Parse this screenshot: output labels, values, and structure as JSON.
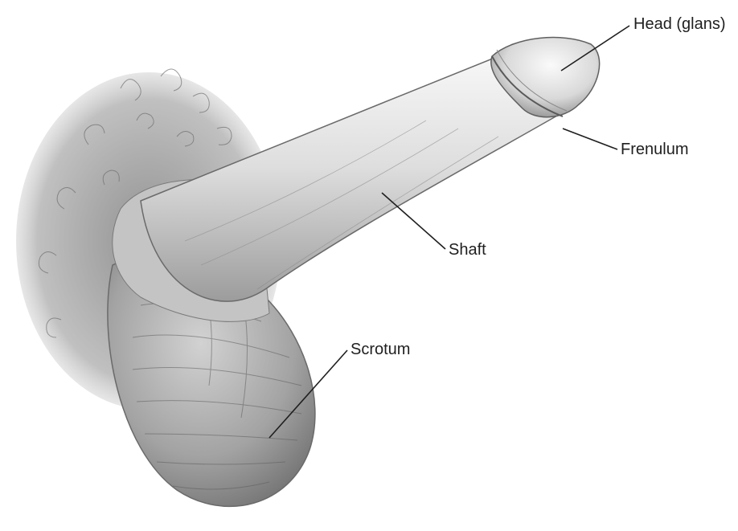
{
  "diagram": {
    "labels": {
      "head": "Head (glans)",
      "frenulum": "Frenulum",
      "shaft": "Shaft",
      "scrotum": "Scrotum"
    },
    "colors": {
      "line": "#1f1f1f",
      "ink": "#595959",
      "shade_dark": "#7a7a7a",
      "shade_mid": "#b3b3b3",
      "shade_light": "#ececec"
    }
  }
}
